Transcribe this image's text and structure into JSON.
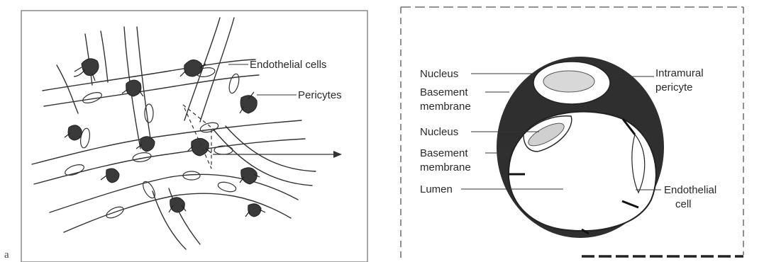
{
  "figure": {
    "panel_a": {
      "letter": "a",
      "labels": {
        "endothelial_cells": "Endothelial cells",
        "pericytes": "Pericytes"
      }
    },
    "panel_b": {
      "labels": {
        "nucleus_top": "Nucleus",
        "basement_membrane_top_1": "Basement",
        "basement_membrane_top_2": "membrane",
        "intramural_pericyte_1": "Intramural",
        "intramural_pericyte_2": "pericyte",
        "nucleus_mid": "Nucleus",
        "basement_membrane_mid_1": "Basement",
        "basement_membrane_mid_2": "membrane",
        "lumen": "Lumen",
        "endothelial_cell_1": "Endothelial",
        "endothelial_cell_2": "cell"
      }
    }
  }
}
